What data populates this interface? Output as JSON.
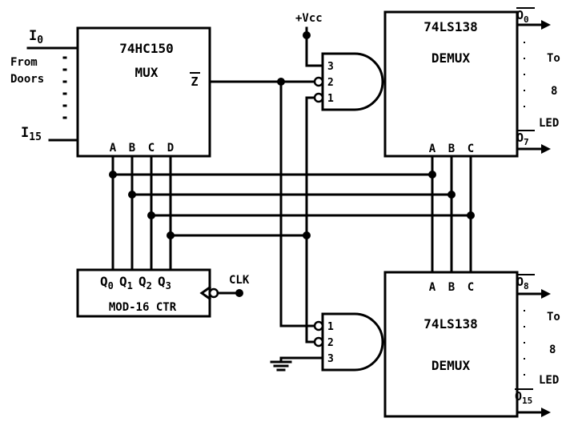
{
  "mux": {
    "chip": "74HC150",
    "name": "MUX",
    "in_first": "I",
    "in_first_sub": "0",
    "in_last": "I",
    "in_last_sub": "15",
    "from": "From",
    "doors": "Doors",
    "out": "Z",
    "sel": [
      "A",
      "B",
      "C",
      "D"
    ]
  },
  "demux_top": {
    "chip": "74LS138",
    "name": "DEMUX",
    "sel": [
      "A",
      "B",
      "C"
    ],
    "out_first": "O",
    "out_first_sub": "0",
    "out_last": "O",
    "out_last_sub": "7",
    "to": "To",
    "count": "8",
    "led": "LED"
  },
  "demux_bottom": {
    "chip": "74LS138",
    "name": "DEMUX",
    "sel": [
      "A",
      "B",
      "C"
    ],
    "out_first": "O",
    "out_first_sub": "8",
    "out_last": "O",
    "out_last_sub": "15",
    "to": "To",
    "count": "8",
    "led": "LED"
  },
  "counter": {
    "name": "MOD-16 CTR",
    "q": [
      "Q",
      "Q",
      "Q",
      "Q"
    ],
    "q_sub": [
      "0",
      "1",
      "2",
      "3"
    ],
    "clk": "CLK"
  },
  "gate_top": {
    "pins": [
      "3",
      "2",
      "1"
    ]
  },
  "gate_bottom": {
    "pins": [
      "1",
      "2",
      "3"
    ]
  },
  "vcc": "+Vcc"
}
